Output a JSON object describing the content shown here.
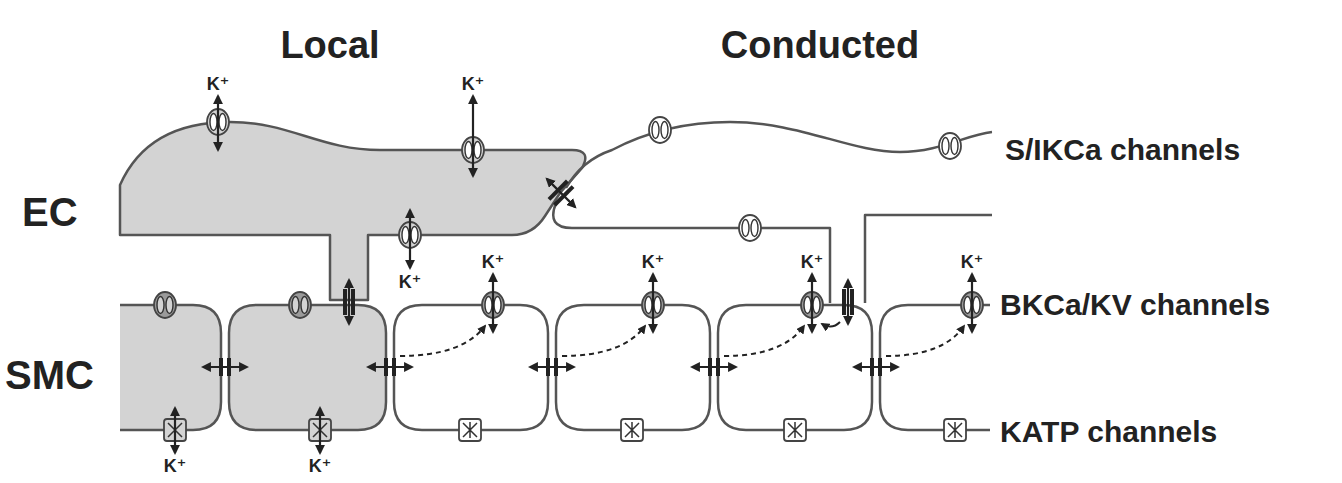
{
  "diagram": {
    "labels": [
      "Local",
      "Conducted",
      "K⁺",
      "K⁺",
      "S/IKCa channels",
      "EC",
      "K⁺",
      "K⁺",
      "K⁺",
      "K⁺",
      "K⁺",
      "BKCa/KV channels",
      "SMC",
      "K⁺",
      "K⁺",
      "KATP channels"
    ]
  }
}
